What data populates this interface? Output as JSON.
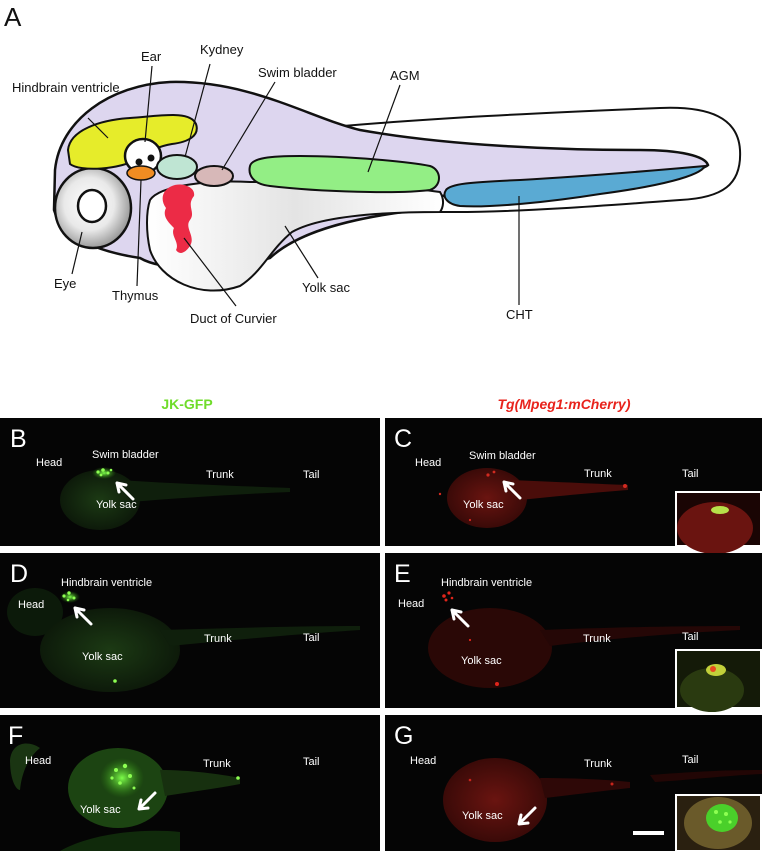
{
  "panel_a": {
    "letter": "A",
    "labels": {
      "hindbrain": "Hindbrain ventricle",
      "ear": "Ear",
      "kydney": "Kydney",
      "swim_bladder": "Swim bladder",
      "agm": "AGM",
      "eye": "Eye",
      "thymus": "Thymus",
      "duct": "Duct of Curvier",
      "yolk_sac": "Yolk sac",
      "cht": "CHT"
    },
    "colors": {
      "body": "#ddd6ef",
      "hindbrain": "#e6ec2a",
      "thymus": "#f08c22",
      "kidney": "#bfe5d3",
      "swim_bladder": "#d7b8b8",
      "agm": "#93ee85",
      "cht": "#5aaad3",
      "duct": "#ec2b46"
    }
  },
  "headers": {
    "left": "JK-GFP",
    "right": "Tg(Mpeg1:mCherry)"
  },
  "panels": [
    {
      "letter": "B",
      "head": "Head",
      "organ": "Swim bladder",
      "trunk": "Trunk",
      "tail": "Tail",
      "yolk": "Yolk sac"
    },
    {
      "letter": "C",
      "head": "Head",
      "organ": "Swim bladder",
      "trunk": "Trunk",
      "tail": "Tail",
      "yolk": "Yolk sac"
    },
    {
      "letter": "D",
      "head": "Head",
      "organ": "Hindbrain ventricle",
      "trunk": "Trunk",
      "tail": "Tail",
      "yolk": "Yolk sac"
    },
    {
      "letter": "E",
      "head": "Head",
      "organ": "Hindbrain ventricle",
      "trunk": "Trunk",
      "tail": "Tail",
      "yolk": "Yolk sac"
    },
    {
      "letter": "F",
      "head": "Head",
      "trunk": "Trunk",
      "tail": "Tail",
      "yolk": "Yolk sac"
    },
    {
      "letter": "G",
      "head": "Head",
      "trunk": "Trunk",
      "tail": "Tail",
      "yolk": "Yolk sac"
    }
  ]
}
